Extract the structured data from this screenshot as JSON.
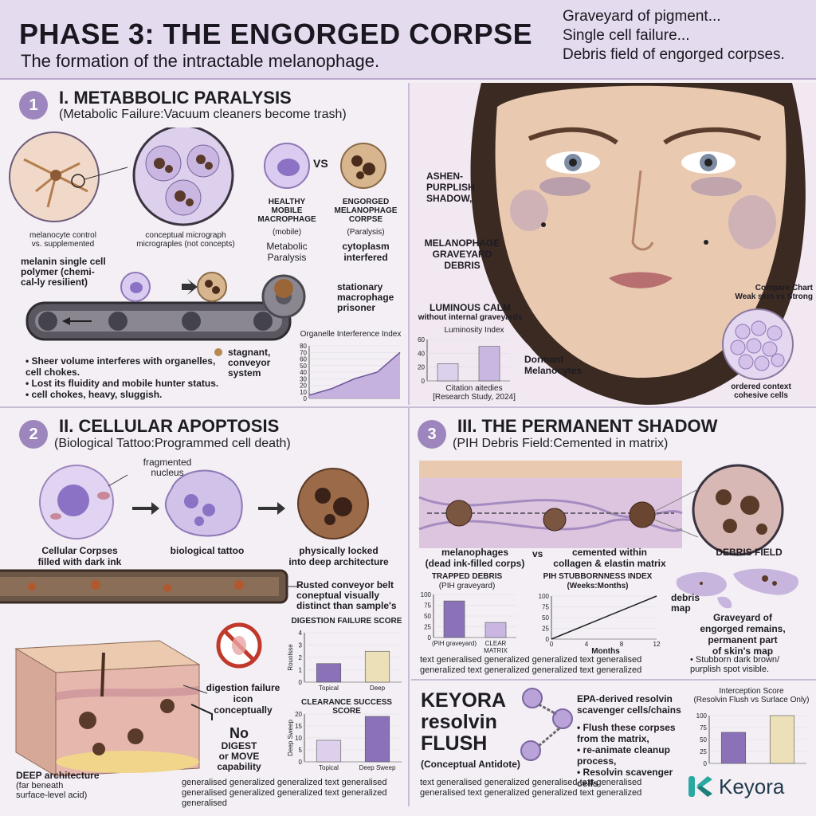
{
  "header": {
    "title": "PHASE 3: THE ENGORGED CORPSE",
    "subtitle": "The formation of the intractable melanophage.",
    "taglines": [
      "Graveyard of pigment...",
      "Single cell failure...",
      "Debris field of engorged corpses."
    ]
  },
  "section1": {
    "number": "1",
    "title": "I. METABBOLIC PARALYSIS",
    "subtitle": "(Metabolic Failure:Vacuum cleaners become trash)",
    "caption_left": "melanocyte control\nvs. supplemented",
    "caption_micro": "conceptual micrograph\nmicrograples (not concepts)",
    "vs": "VS",
    "healthy": "HEALTHY\nMOBILE\nMACROPHAGE",
    "healthy_sub": "(mobile)",
    "healthy_state": "Metabolic\nParalysis",
    "engorged": "ENGORGED\nMELANOPHAGE\nCORPSE",
    "engorged_sub": "(Paralysis)",
    "engorged_state": "cytoplasm\ninterfered",
    "polymer": "melanin single cell\npolymer (chemi-\ncal-ly resilient)",
    "stationary": "stationary\nmacrophage\nprisoner",
    "stagnant": "stagnant,\nconveyor\nsystem",
    "bullets": [
      "Sheer volume interferes with organelles, cell chokes.",
      "Lost its fluidity and mobile hunter status.",
      "cell chokes, heavy, sluggish."
    ],
    "chart_title": "Organelle Interference Index"
  },
  "face": {
    "ashen": "ASHEN-\nPURPLISH\nSHADOW,",
    "graveyard": "MELANOPHAGE\nGRAVEYARD\nDEBRIS",
    "luminous": "LUMINOUS CALM",
    "luminous_sub": "without internal graveyards",
    "lum_chart_title": "Luminosity Index",
    "dormant": "Dormant\nMelanocytes",
    "citation": "Citation aitedies\n[Research Study, 2024]",
    "compare": "Compare Chart\nWeak skin vs Strong",
    "ordered": "ordered context\ncohesive cells"
  },
  "section2": {
    "number": "2",
    "title": "II. CELLULAR APOPTOSIS",
    "subtitle": "(Biological Tattoo:Programmed cell death)",
    "fragmented": "fragmented\nnucleus",
    "corpses": "Cellular Corpses\nfilled with dark ink",
    "tattoo": "biological tattoo",
    "locked": "physically locked\ninto deep architecture",
    "rusted": "Rusted conveyor belt\nconeptual visually\ndistinct than sample's",
    "digestion_title": "DIGESTION FAILURE SCORE",
    "digestion_y": "Rouolsse",
    "clearance_title": "CLEARANCE SUCCESS SCORE",
    "clearance_y": "Deep Sweep",
    "icon_label": "digestion failure\nicon\nconceptually",
    "no_digest": "No",
    "no_digest_sub": "DIGEST\nor MOVE\ncapability",
    "deep": "DEEP architecture",
    "deep_sub": "(far beneath\nsurface-level acid)",
    "filler": "generalised generalized generalized text generalised\ngeneralised generalized generalized text generalized generalised"
  },
  "section3": {
    "number": "3",
    "title": "III. THE PERMANENT SHADOW",
    "subtitle": "(PIH Debris Field:Cemented in matrix)",
    "melanophages": "melanophages\n(dead ink-filled corps)",
    "vs": "vs",
    "cemented": "cemented within\ncollagen & elastin matrix",
    "debris_field": "DEBRIS FIELD",
    "trapped_title": "TRAPPED DEBRIS",
    "trapped_sub": "(PIH graveyard)",
    "pih_title": "PIH STUBBORNNESS INDEX",
    "pih_sub": "(Weeks:Months)",
    "pih_xlabel": "Months",
    "debris_map": "debris\nmap",
    "graveyard": "Graveyard of\nengorged remains,\npermanent part\nof skin's map",
    "stubborn": "Stubborn dark brown/\npurplish spot visible.",
    "filler": "text generalised generalized generalized text generalised\ngeneralized text generalized generalized text generalized"
  },
  "keyora": {
    "title": "KEYORA\nresolvin\nFLUSH",
    "subtitle": "(Conceptual Antidote)",
    "epa": "EPA-derived resolvin\nscavenger cells/chains",
    "bullets": [
      "Flush these corpses from the matrix,",
      "re-animate cleanup process,",
      "Resolvin scavenger cells"
    ],
    "chart_title": "Interception Score\n(Resolvin Flush vs Surlace Only)",
    "filler": "text generalised generalized generalised text generalised\ngeneralised text generalized generalized text generalized",
    "logo": "Keyora"
  },
  "chart_data": [
    {
      "type": "area",
      "title": "Organelle Interference Index",
      "x": [
        0,
        1,
        2,
        3,
        4
      ],
      "y": [
        5,
        15,
        30,
        40,
        70
      ],
      "ylim": [
        0,
        80
      ],
      "yticks": [
        0,
        10,
        20,
        30,
        40,
        50,
        60,
        70,
        80
      ],
      "color": "#9d86bd"
    },
    {
      "type": "bar",
      "title": "Luminosity Index",
      "categories": [
        "",
        ""
      ],
      "values": [
        25,
        50
      ],
      "ylim": [
        0,
        60
      ],
      "yticks": [
        0,
        20,
        40,
        60
      ]
    },
    {
      "type": "bar",
      "title": "DIGESTION FAILURE SCORE",
      "categories": [
        "Topical",
        "Deep"
      ],
      "values": [
        1.5,
        2.5
      ],
      "ylim": [
        0,
        4
      ],
      "yticks": [
        0,
        1,
        2,
        3,
        4
      ],
      "ylabel": "Rouolsse"
    },
    {
      "type": "bar",
      "title": "CLEARANCE SUCCESS SCORE",
      "categories": [
        "Topical",
        "Deep Sweep"
      ],
      "values": [
        9,
        19
      ],
      "ylim": [
        0,
        20
      ],
      "yticks": [
        0,
        5,
        10,
        15,
        20
      ],
      "ylabel": "Deep Sweep"
    },
    {
      "type": "bar",
      "title": "TRAPPED DEBRIS",
      "categories": [
        "(PiH graveyard)",
        "CLEAR\nMATRIX"
      ],
      "values": [
        85,
        35
      ],
      "ylim": [
        0,
        100
      ],
      "yticks": [
        0,
        25,
        50,
        75,
        100
      ]
    },
    {
      "type": "line",
      "title": "PIH STUBBORNNESS INDEX",
      "x": [
        0,
        12
      ],
      "y": [
        0,
        100
      ],
      "xticks": [
        0,
        4,
        8,
        12
      ],
      "ylim": [
        0,
        100
      ],
      "yticks": [
        0,
        25,
        50,
        75,
        100
      ],
      "xlabel": "Months"
    },
    {
      "type": "bar",
      "title": "Interception Score",
      "categories": [
        "",
        ""
      ],
      "values": [
        65,
        100
      ],
      "ylim": [
        0,
        100
      ],
      "yticks": [
        0,
        25,
        50,
        75,
        100
      ]
    }
  ]
}
